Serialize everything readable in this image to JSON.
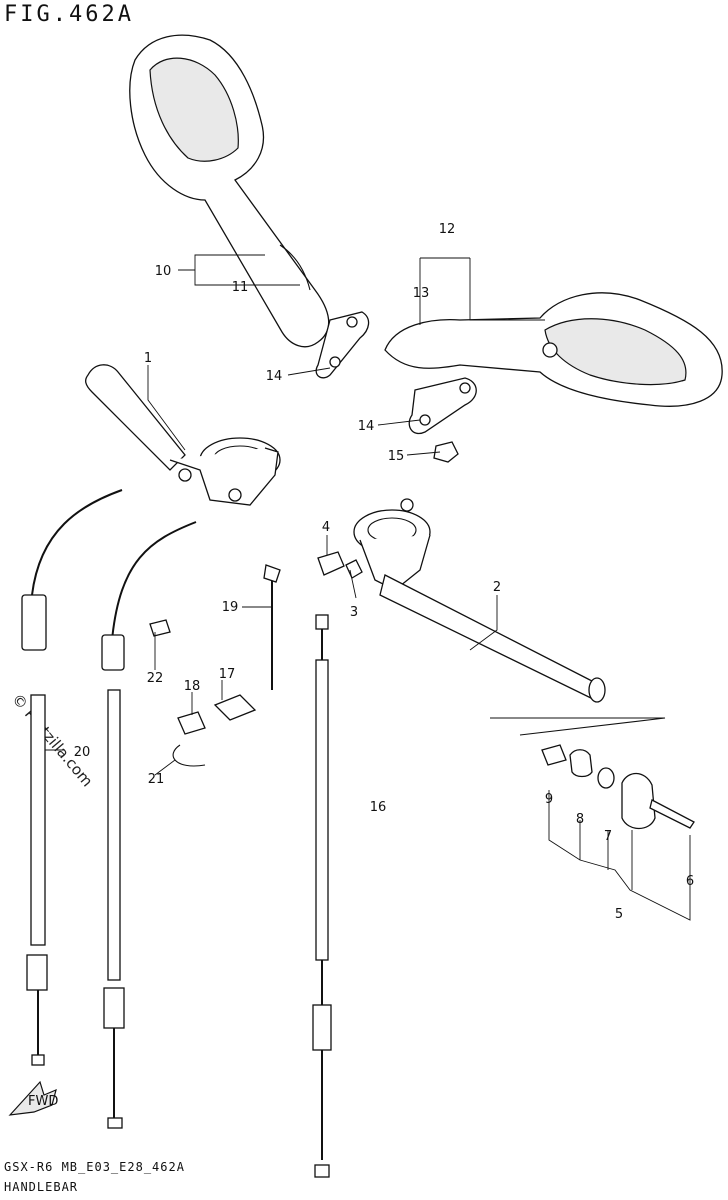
{
  "figure": {
    "title": "FIG.462A",
    "model_code": "GSX-R6 MB_E03_E28_462A",
    "section_name": "HANDLEBAR",
    "watermark": "© Partzilla.com",
    "direction_marker": "FWD"
  },
  "callouts": [
    "1",
    "2",
    "3",
    "4",
    "5",
    "6",
    "7",
    "8",
    "9",
    "10",
    "11",
    "12",
    "13",
    "14",
    "14",
    "15",
    "16",
    "17",
    "18",
    "19",
    "20",
    "21",
    "22"
  ]
}
